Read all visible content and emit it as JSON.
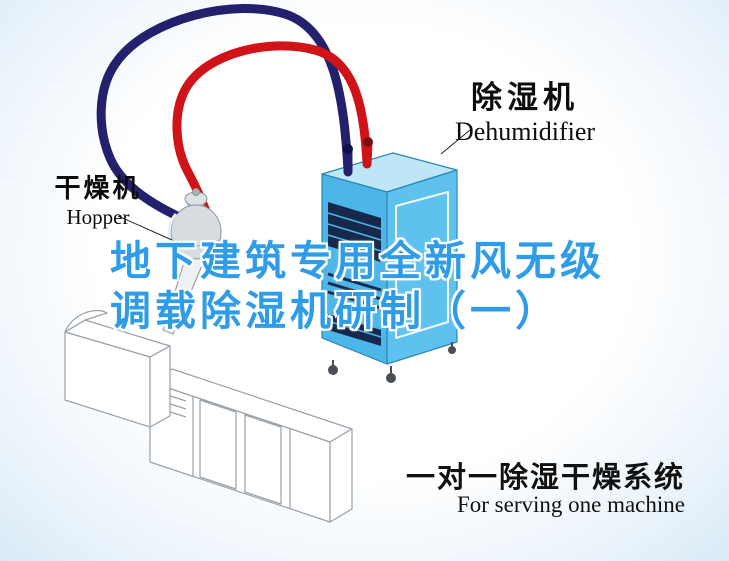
{
  "title": {
    "line1": "地下建筑专用全新风无级",
    "line2": "调载除湿机研制（一）"
  },
  "dehumidifier_label": {
    "cn": "除湿机",
    "en": "Dehumidifier"
  },
  "hopper_label": {
    "cn": "干燥机",
    "en": "Hopper"
  },
  "caption": {
    "cn": "一对一除湿干燥系统",
    "en": "For serving one machine"
  },
  "colors": {
    "title_blue": "#2f9ce8",
    "pipe_navy": "#23206e",
    "pipe_red": "#cf1318",
    "machine_front_blue": "#4cb6e8",
    "machine_side_blue": "#5fc2ee",
    "machine_top_blue": "#bfe6f7",
    "vent_dark": "#16294d",
    "background_edge": "#d9eaf7"
  }
}
